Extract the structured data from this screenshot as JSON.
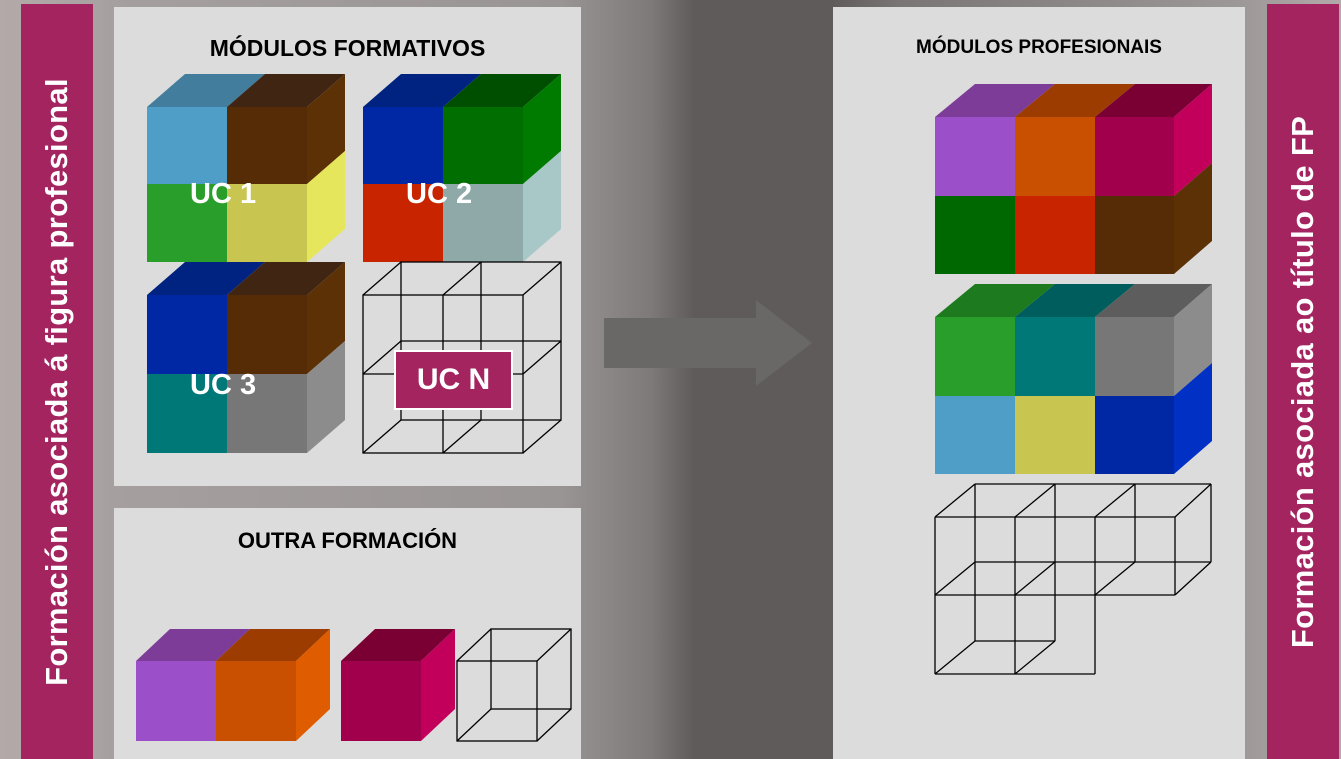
{
  "left_sidebar": {
    "label": "Formación asociada á figura profesional"
  },
  "right_sidebar": {
    "label": "Formación asociada ao título de FP"
  },
  "formative_panel": {
    "title": "MÓDULOS FORMATIVOS",
    "units": [
      "UC 1",
      "UC 2",
      "UC 3",
      "UC N"
    ]
  },
  "other_panel": {
    "title": "OUTRA FORMACIÓN"
  },
  "professional_panel": {
    "title": "MÓDULOS PROFESIONAIS"
  },
  "colors": {
    "accent": "#a3245f",
    "panel_bg": "#dcdcdc",
    "arrow": "#6a6767"
  }
}
